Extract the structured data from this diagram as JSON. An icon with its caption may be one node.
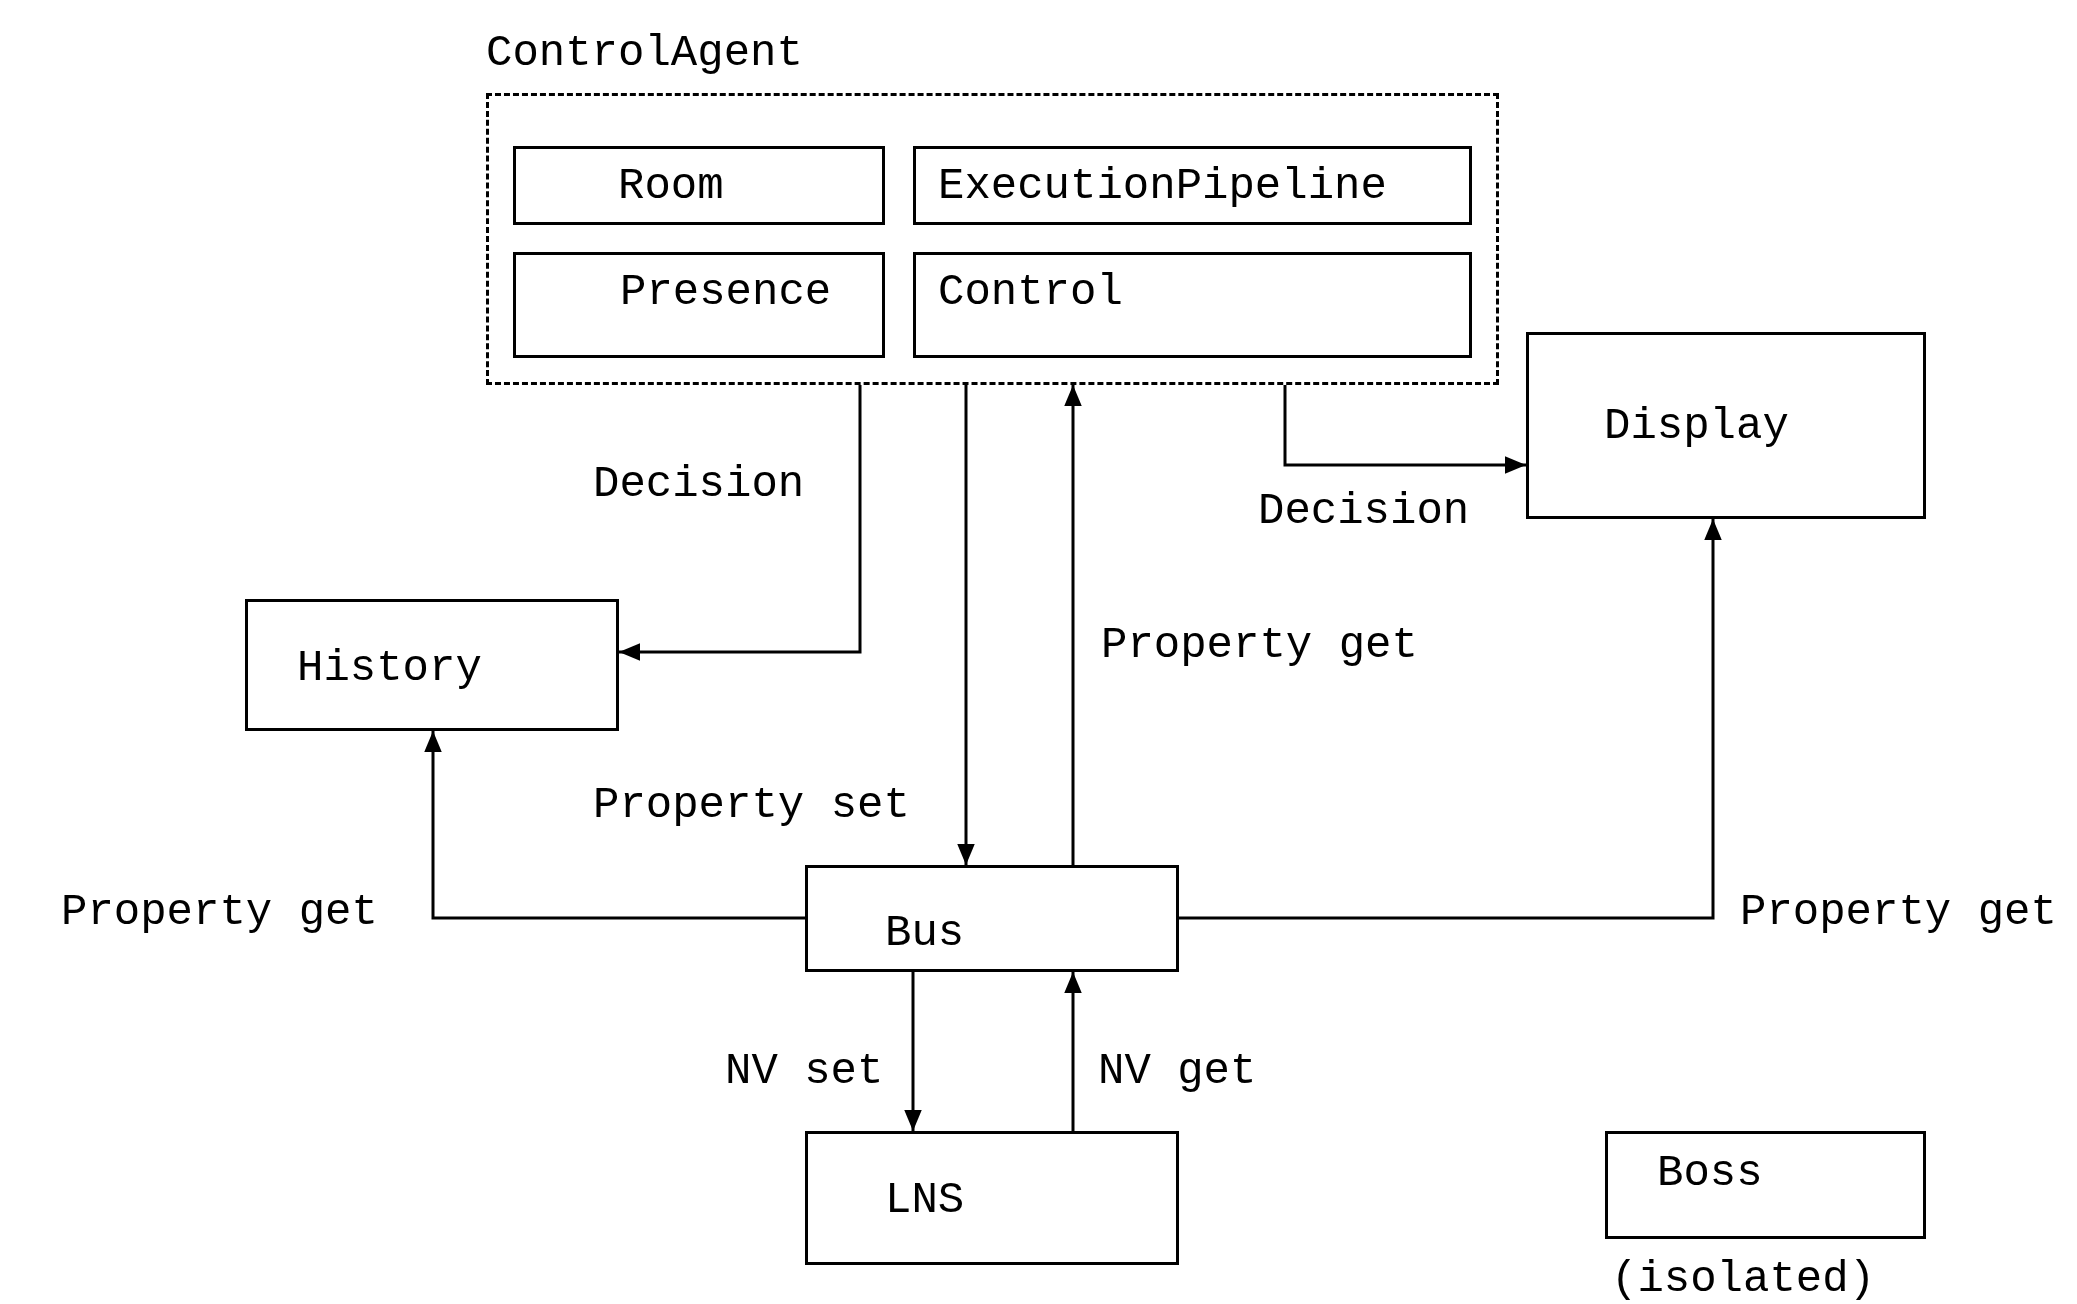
{
  "diagram": {
    "nodes": [
      {
        "text": [
          "ControlAgent"
        ]
      },
      {
        "text": [
          "Room"
        ],
        "in": 0
      },
      {
        "text": [
          "ExecutionPipeline"
        ],
        "in": 0
      },
      {
        "text": [
          "Presence"
        ],
        "in": 0
      },
      {
        "text": [
          "Control"
        ],
        "in": 0
      },
      {
        "text": [
          "Display"
        ]
      },
      {
        "text": [
          "History"
        ]
      },
      {
        "text": [
          "Bus"
        ]
      },
      {
        "text": [
          "LNS"
        ]
      },
      {
        "text": [
          "Boss"
        ],
        "beside": [
          "(isolated)"
        ]
      }
    ],
    "edges": [
      {
        "from": 0,
        "to": 6,
        "arrow": "to",
        "label": "Decision"
      },
      {
        "from": 0,
        "to": 5,
        "arrow": "to",
        "label": "Decision"
      },
      {
        "from": 0,
        "to": 7,
        "arrow": "to",
        "label": "Property set"
      },
      {
        "from": 7,
        "to": 0,
        "arrow": "to",
        "label": "Property get"
      },
      {
        "from": 7,
        "to": 6,
        "arrow": "to",
        "label": "Property get"
      },
      {
        "from": 7,
        "to": 5,
        "arrow": "to",
        "label": "Property get"
      },
      {
        "from": 7,
        "to": 8,
        "arrow": "to",
        "label": "NV set"
      },
      {
        "from": 8,
        "to": 7,
        "arrow": "to",
        "label": "NV get"
      }
    ]
  }
}
